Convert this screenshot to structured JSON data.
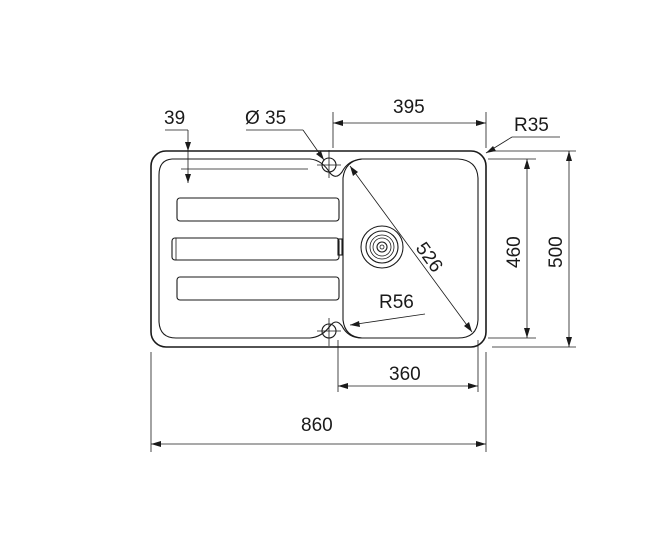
{
  "dimensions": {
    "drainer_offset": "39",
    "tap_hole": "Ø 35",
    "bowl_length_top": "395",
    "corner_radius": "R35",
    "bowl_diagonal": "526",
    "inner_radius": "R56",
    "bowl_width_inner": "460",
    "total_width": "500",
    "bowl_length_bottom": "360",
    "total_length": "860"
  },
  "colors": {
    "ink": "#1a1a1a",
    "background": "#ffffff"
  },
  "icons": {
    "drain": "drain-strainer-icon",
    "tap_hole": "crosshair-circle-icon"
  }
}
